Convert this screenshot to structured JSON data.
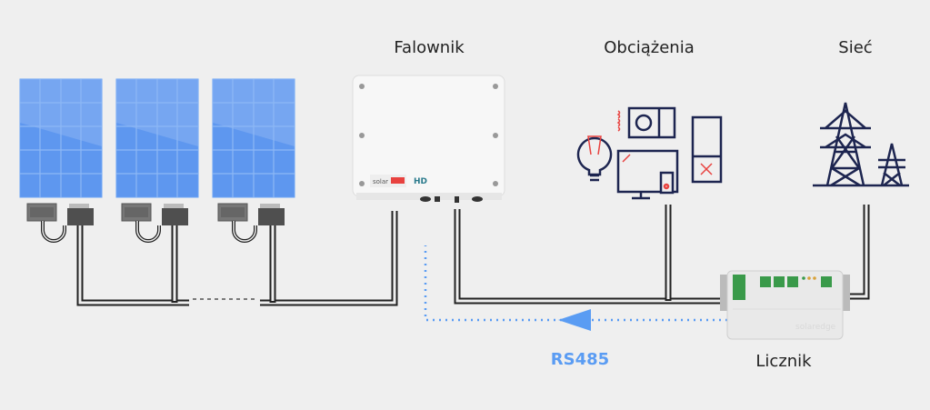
{
  "labels": {
    "inverter": "Falownik",
    "loads": "Obciążenia",
    "grid": "Sieć",
    "communication": "RS485",
    "meter": "Licznik"
  },
  "colors": {
    "panel": "#5e97ef",
    "wire": "#333333",
    "rs485": "#5a9cf3",
    "icon_dark": "#1d2550",
    "icon_accent": "#e8423f"
  },
  "components": [
    "solar-panel",
    "solar-panel",
    "solar-panel",
    "power-optimizer",
    "inverter",
    "loads-icons",
    "power-tower-icon",
    "energy-meter"
  ]
}
